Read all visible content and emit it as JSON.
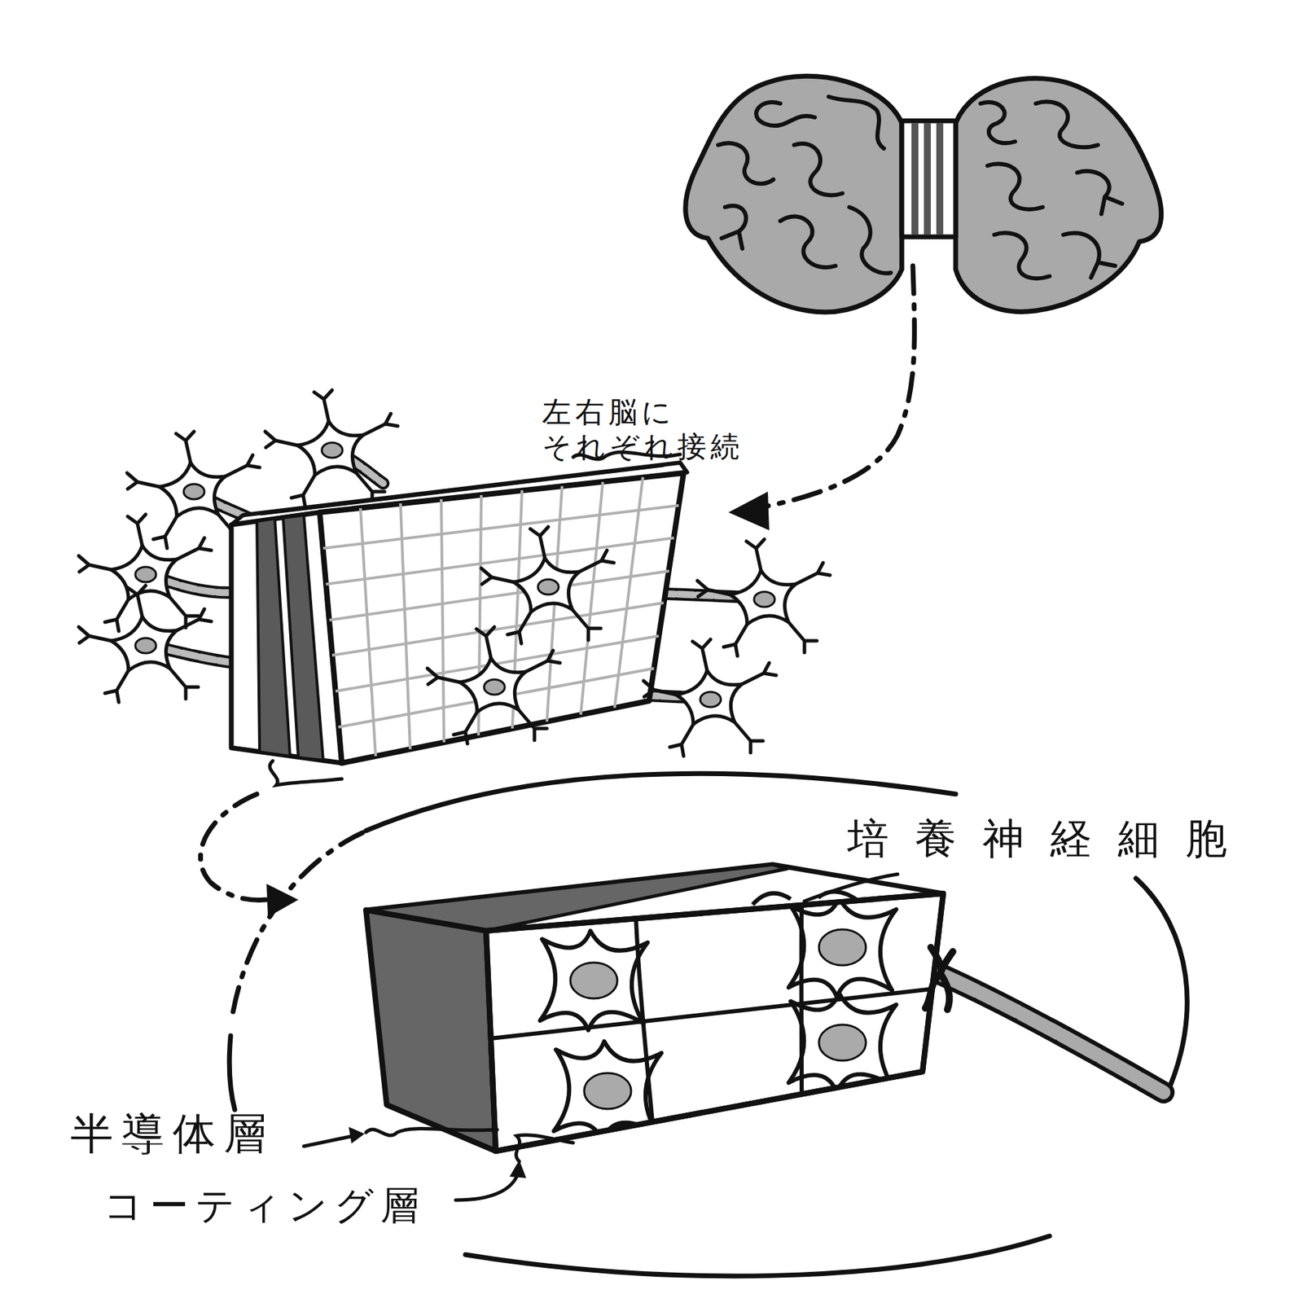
{
  "diagram": {
    "labels": [
      "左右脳に それぞれ接続",
      "培養神経細胞",
      "半導体層",
      "コーティング層"
    ]
  }
}
